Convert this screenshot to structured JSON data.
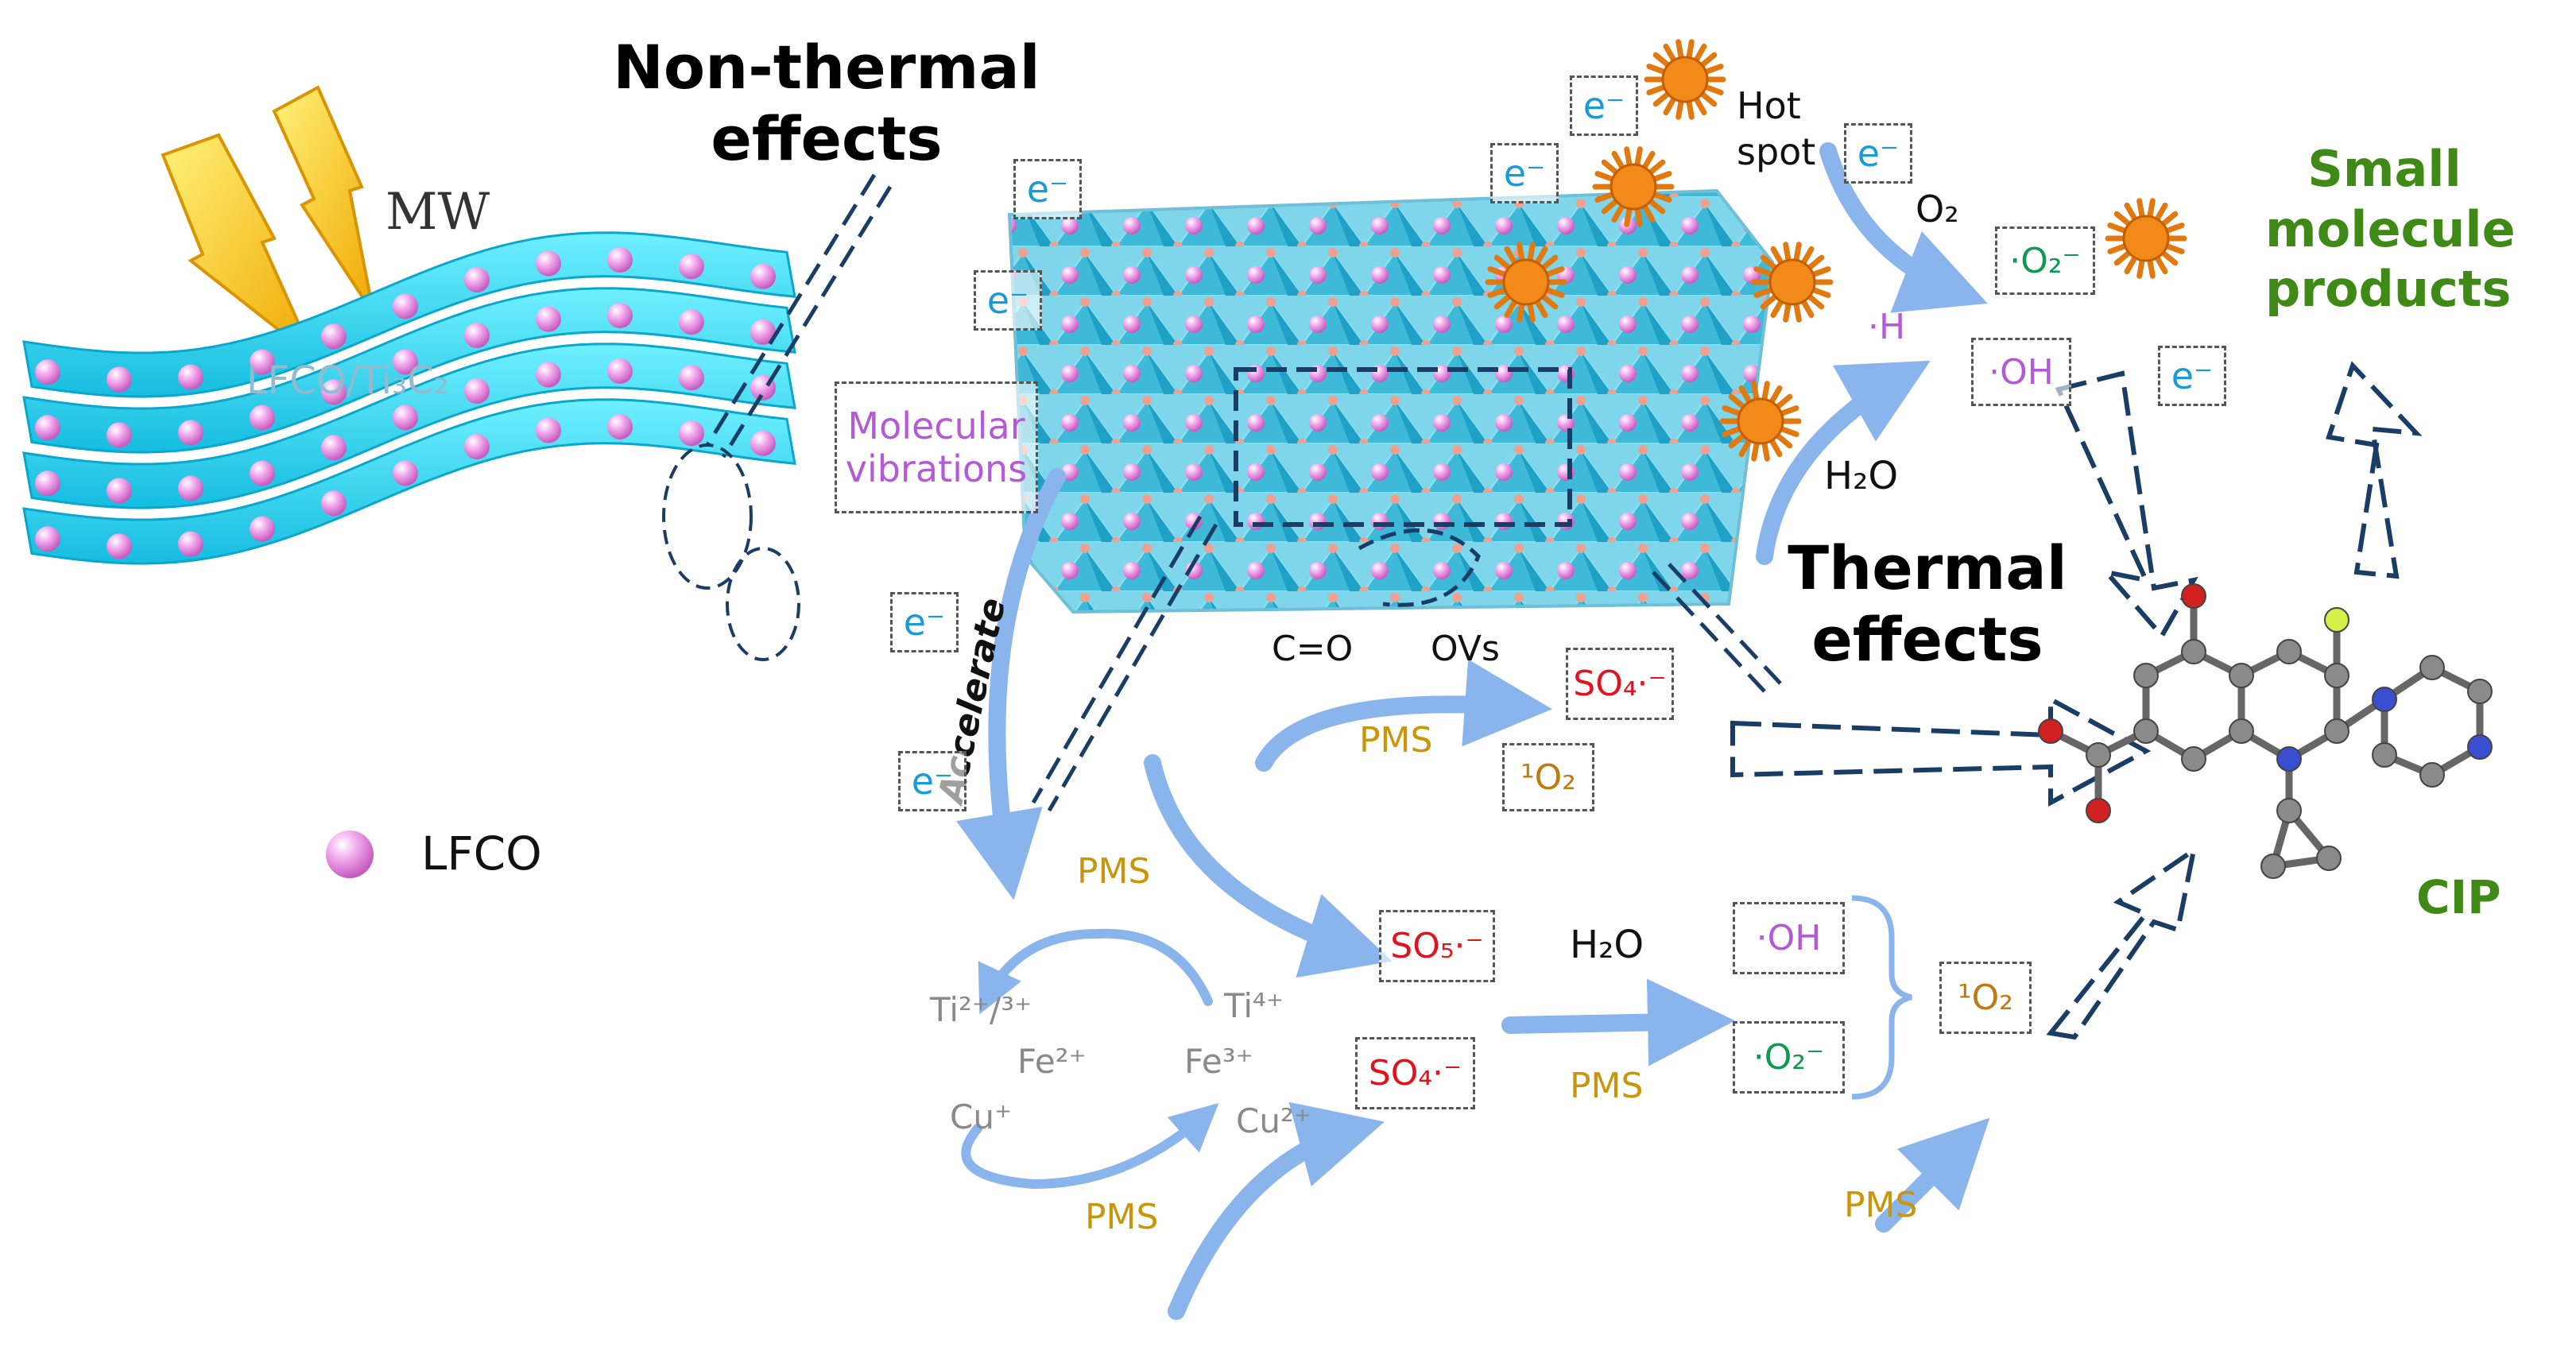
{
  "title_nonthermal": [
    "Non-thermal",
    "effects"
  ],
  "title_thermal": [
    "Thermal",
    "effects"
  ],
  "mw": "MW",
  "material": "LFCO/Ti₃C₂",
  "legend_lfco": "LFCO",
  "molecular_vibrations": [
    "Molecular",
    "vibrations"
  ],
  "accelerate": "Accelerate",
  "hot_spot": [
    "Hot",
    "spot"
  ],
  "electron": "e⁻",
  "o2": "O₂",
  "h2o": "H₂O",
  "pms": "PMS",
  "h_radical": "·H",
  "c_o": "C=O",
  "ovs": "OVs",
  "species": {
    "superoxide": "·O₂⁻",
    "hydroxyl": "·OH",
    "sulfate": "SO₄·⁻",
    "peroxymonosulfate_radical": "SO₅·⁻",
    "singlet_oxygen": "¹O₂"
  },
  "redox_left": [
    "Ti²⁺/³⁺",
    "Fe²⁺",
    "Cu⁺"
  ],
  "redox_right": [
    "Ti⁴⁺",
    "Fe³⁺",
    "Cu²⁺"
  ],
  "small_products": [
    "Small",
    "molecule",
    "products"
  ],
  "cip": "CIP",
  "colors": {
    "electron": "#1b9bd6",
    "sulfate": "#e0141e",
    "superoxide": "#0f9a53",
    "hydroxyl": "#b45ad6",
    "singlet": "#c07a10",
    "pms": "#c9950a",
    "arrow": "#8ab4ec",
    "mxene": "#29d3f2",
    "lfco_sphere": "#e98fe1",
    "product_text": "#3f8a16"
  }
}
